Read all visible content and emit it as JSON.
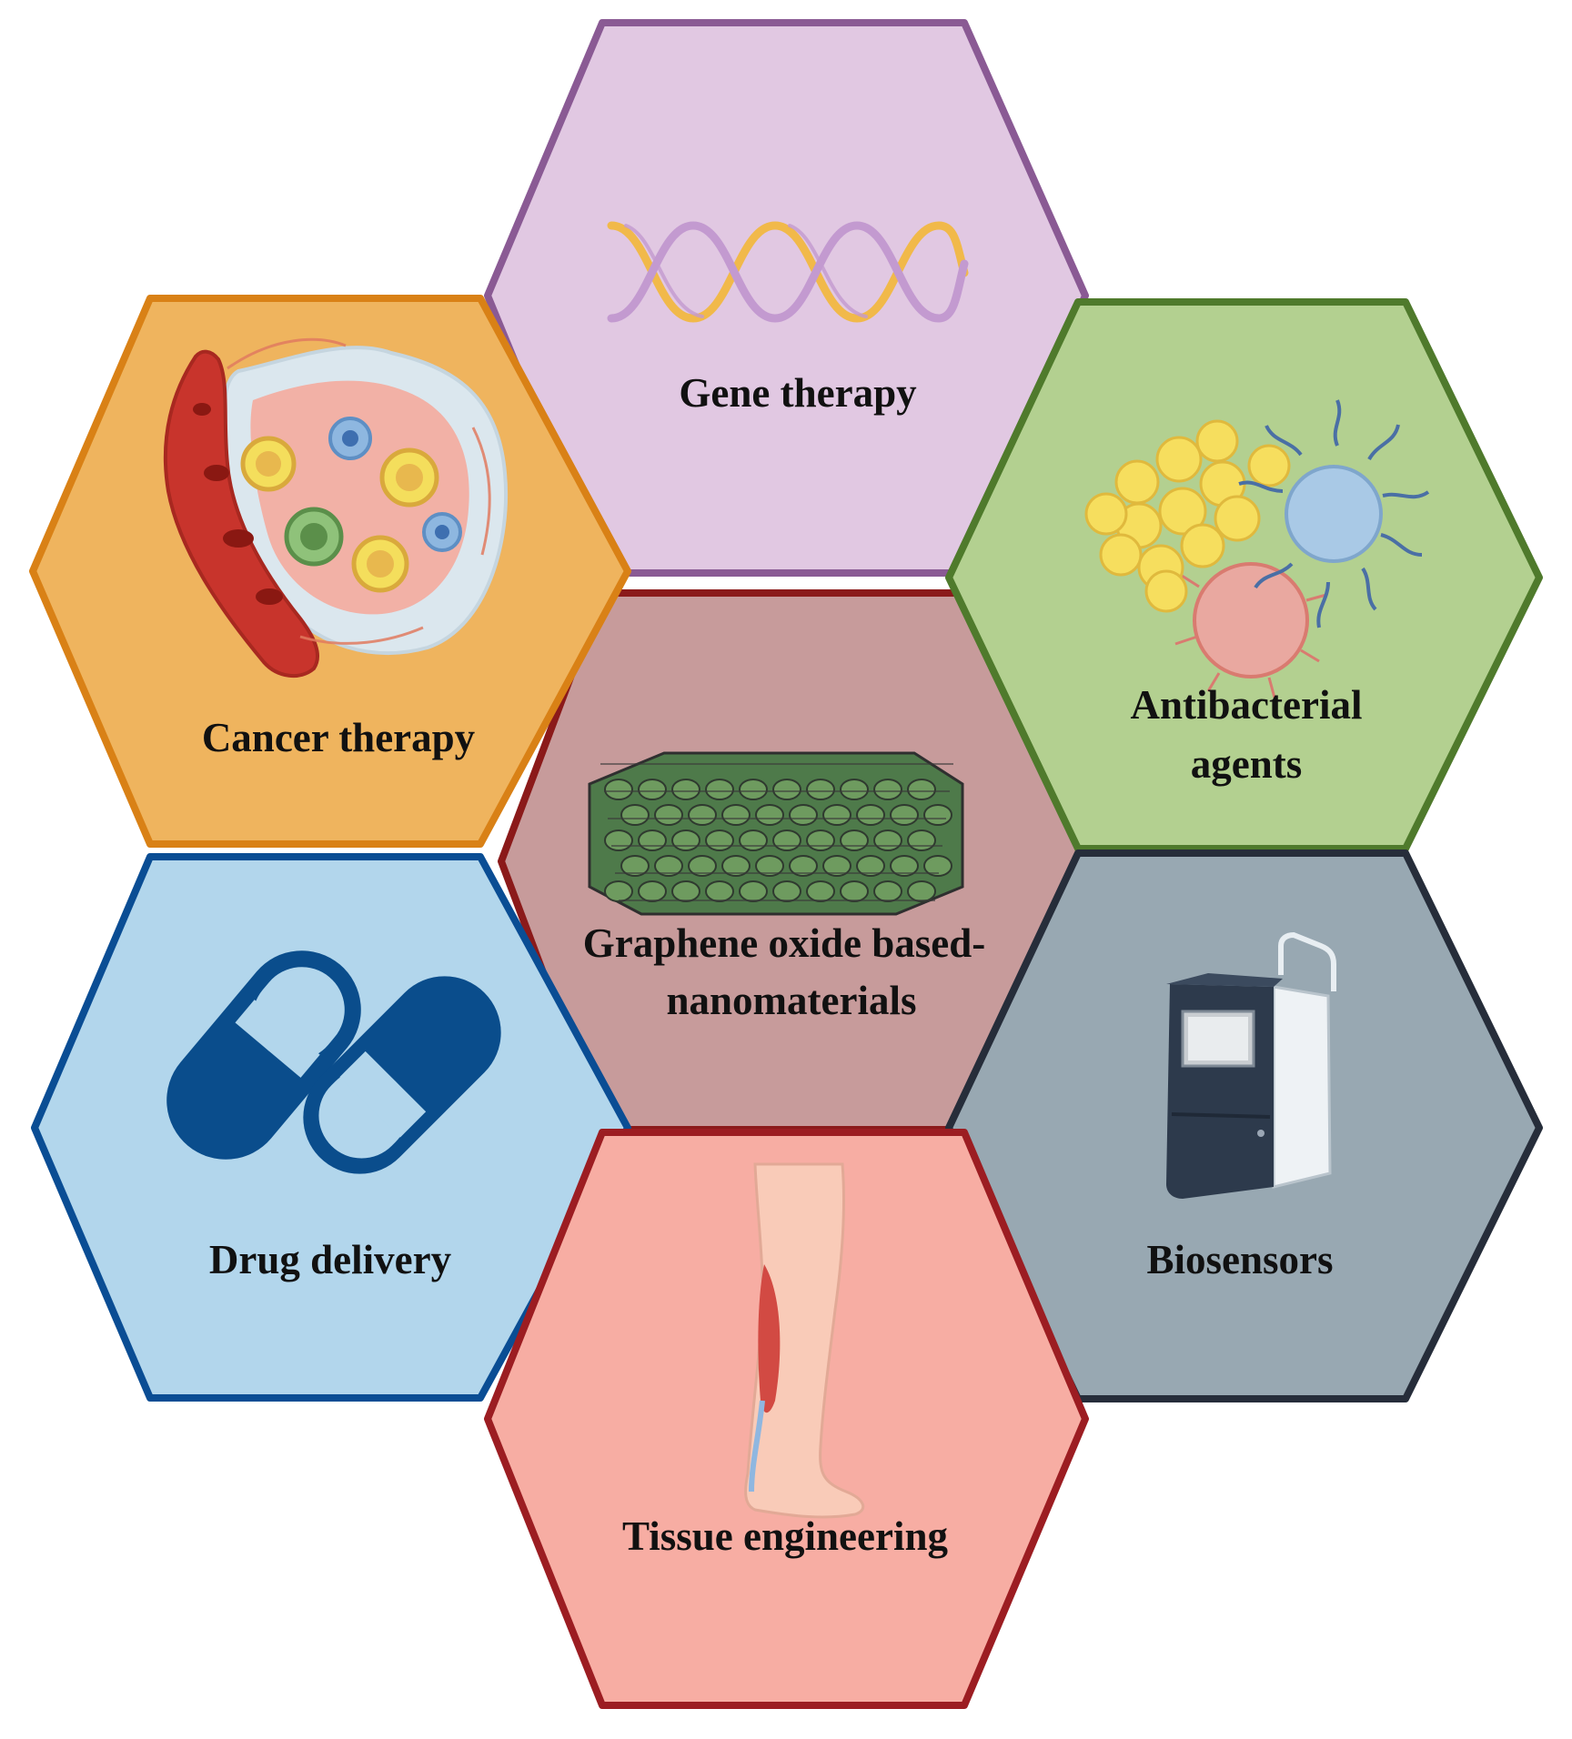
{
  "diagram": {
    "center": {
      "label_line1": "Graphene oxide based-",
      "label_line2": "nanomaterials",
      "fill": "#c79b9b",
      "stroke": "#8b1a1a"
    },
    "gene_therapy": {
      "label": "Gene therapy",
      "fill": "#e1c8e2",
      "stroke": "#8a5a94",
      "icon": "dna-double-helix-icon"
    },
    "cancer_therapy": {
      "label": "Cancer therapy",
      "fill": "#efb45e",
      "stroke": "#d98116",
      "icon": "tumor-microenvironment-icon"
    },
    "antibacterial": {
      "label_line1": "Antibacterial",
      "label_line2": "agents",
      "fill": "#b3d090",
      "stroke": "#4f7a2c",
      "icon": "bacteria-nanoparticles-icon"
    },
    "drug_delivery": {
      "label": "Drug delivery",
      "fill": "#b2d6ec",
      "stroke": "#0a4d94",
      "icon": "capsule-pills-icon"
    },
    "biosensors": {
      "label": "Biosensors",
      "fill": "#98a8b2",
      "stroke": "#262d3a",
      "icon": "biosensor-device-icon"
    },
    "tissue_engineering": {
      "label": "Tissue engineering",
      "fill": "#f7ada3",
      "stroke": "#9c1d22",
      "icon": "leg-muscle-icon"
    }
  }
}
